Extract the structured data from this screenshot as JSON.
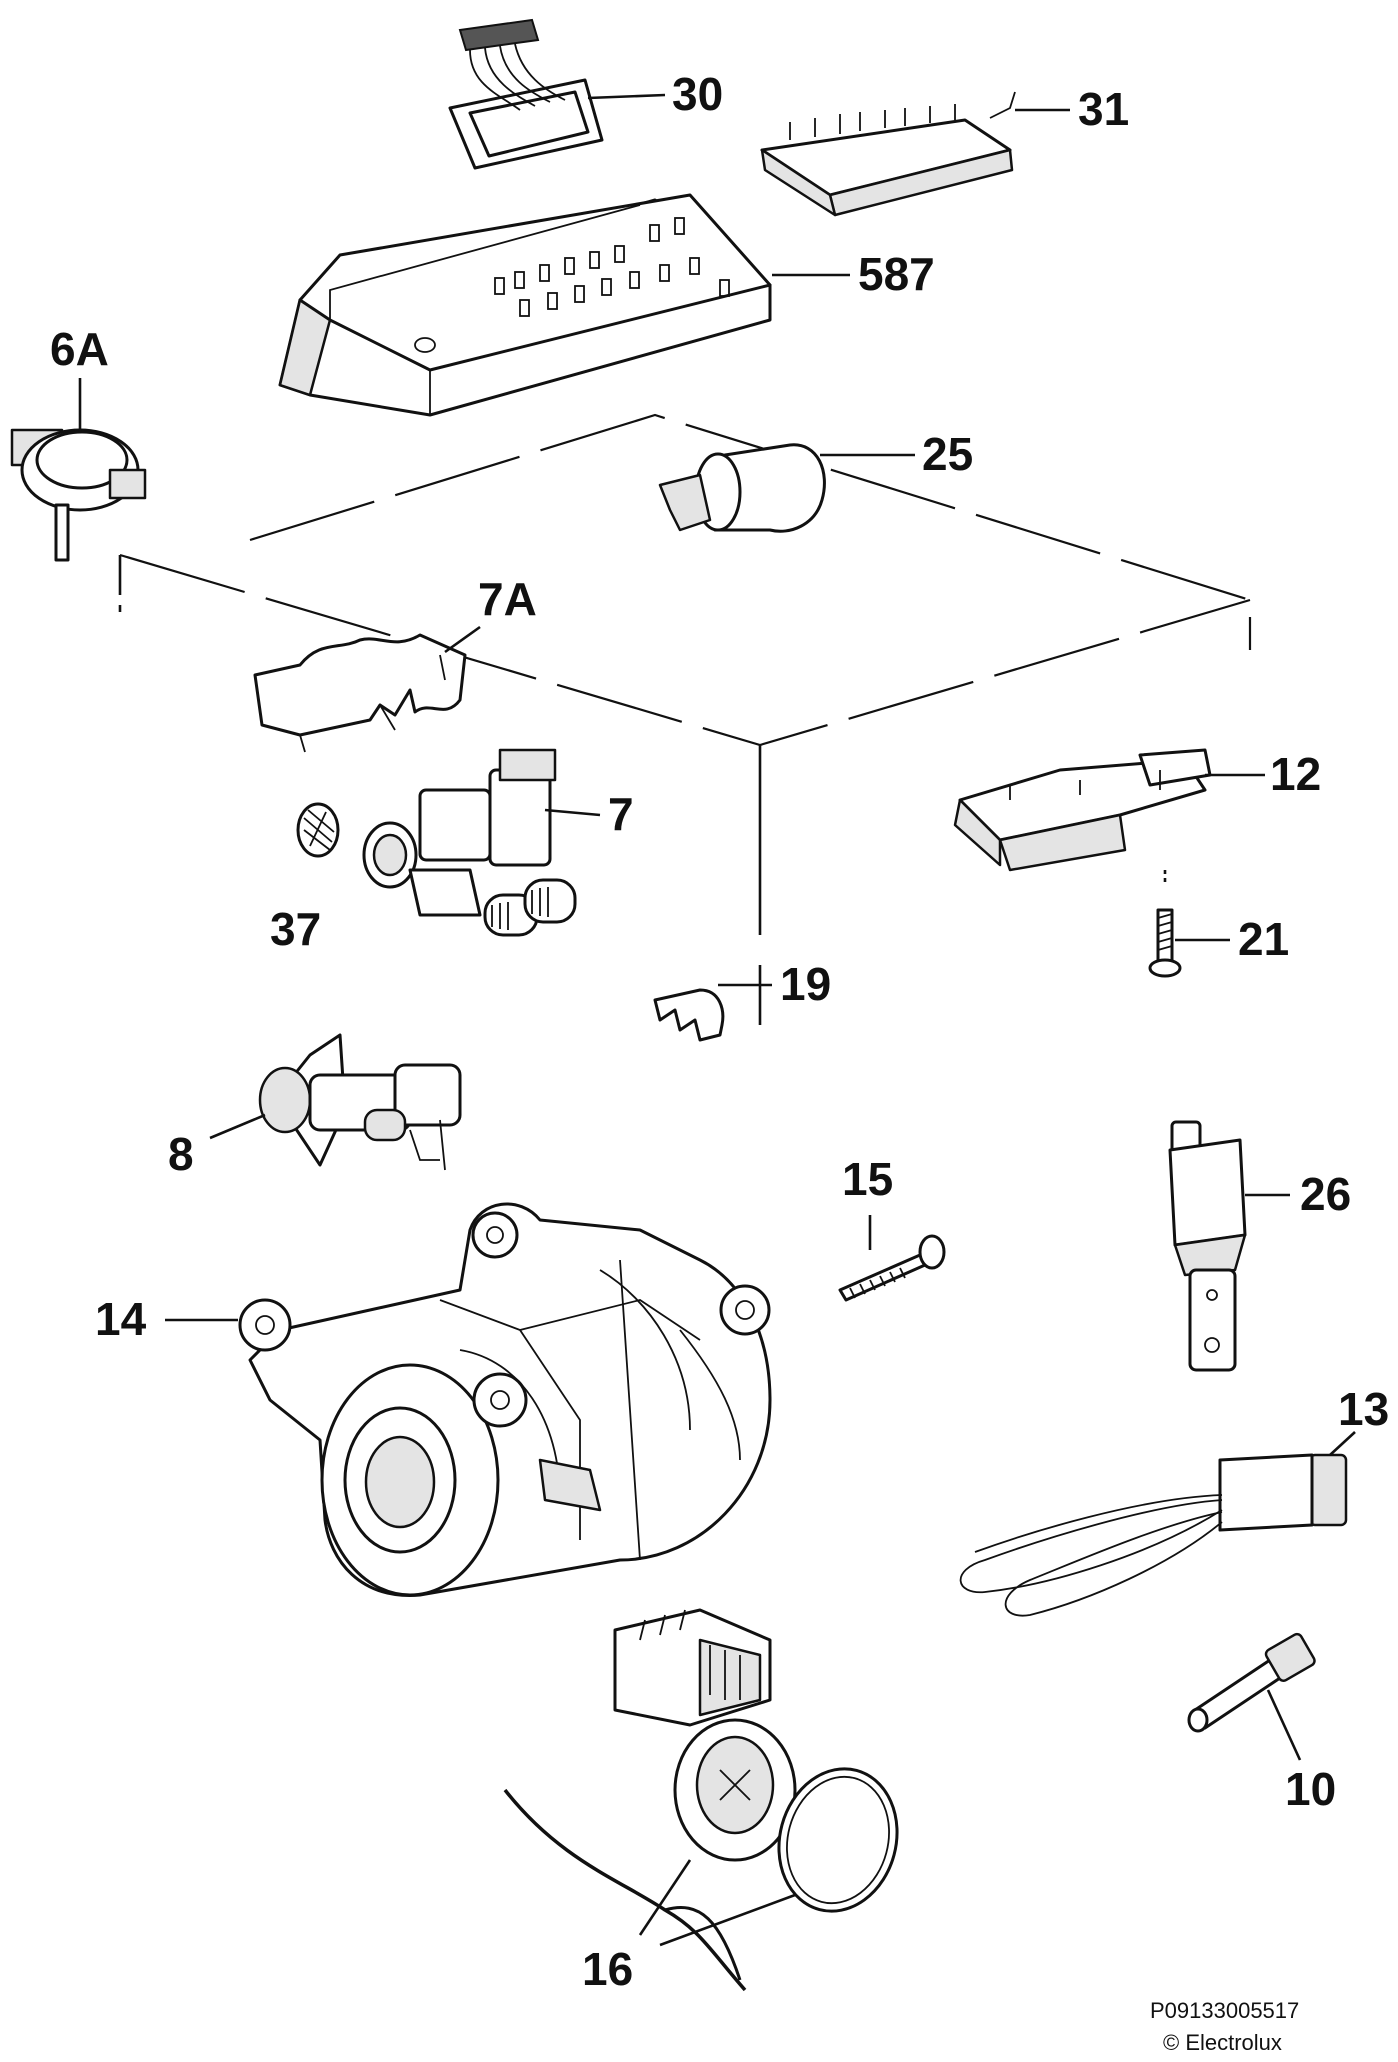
{
  "diagram": {
    "callouts": [
      {
        "id": "p30",
        "text": "30"
      },
      {
        "id": "p31",
        "text": "31"
      },
      {
        "id": "p587",
        "text": "587"
      },
      {
        "id": "p6A",
        "text": "6A"
      },
      {
        "id": "p25",
        "text": "25"
      },
      {
        "id": "p7A",
        "text": "7A"
      },
      {
        "id": "p12",
        "text": "12"
      },
      {
        "id": "p7",
        "text": "7"
      },
      {
        "id": "p37",
        "text": "37"
      },
      {
        "id": "p21",
        "text": "21"
      },
      {
        "id": "p19",
        "text": "19"
      },
      {
        "id": "p8",
        "text": "8"
      },
      {
        "id": "p15",
        "text": "15"
      },
      {
        "id": "p26",
        "text": "26"
      },
      {
        "id": "p14",
        "text": "14"
      },
      {
        "id": "p13",
        "text": "13"
      },
      {
        "id": "p10",
        "text": "10"
      },
      {
        "id": "p16",
        "text": "16"
      }
    ],
    "footer": {
      "code": "P09133005517",
      "copyright": "© Electrolux"
    }
  }
}
